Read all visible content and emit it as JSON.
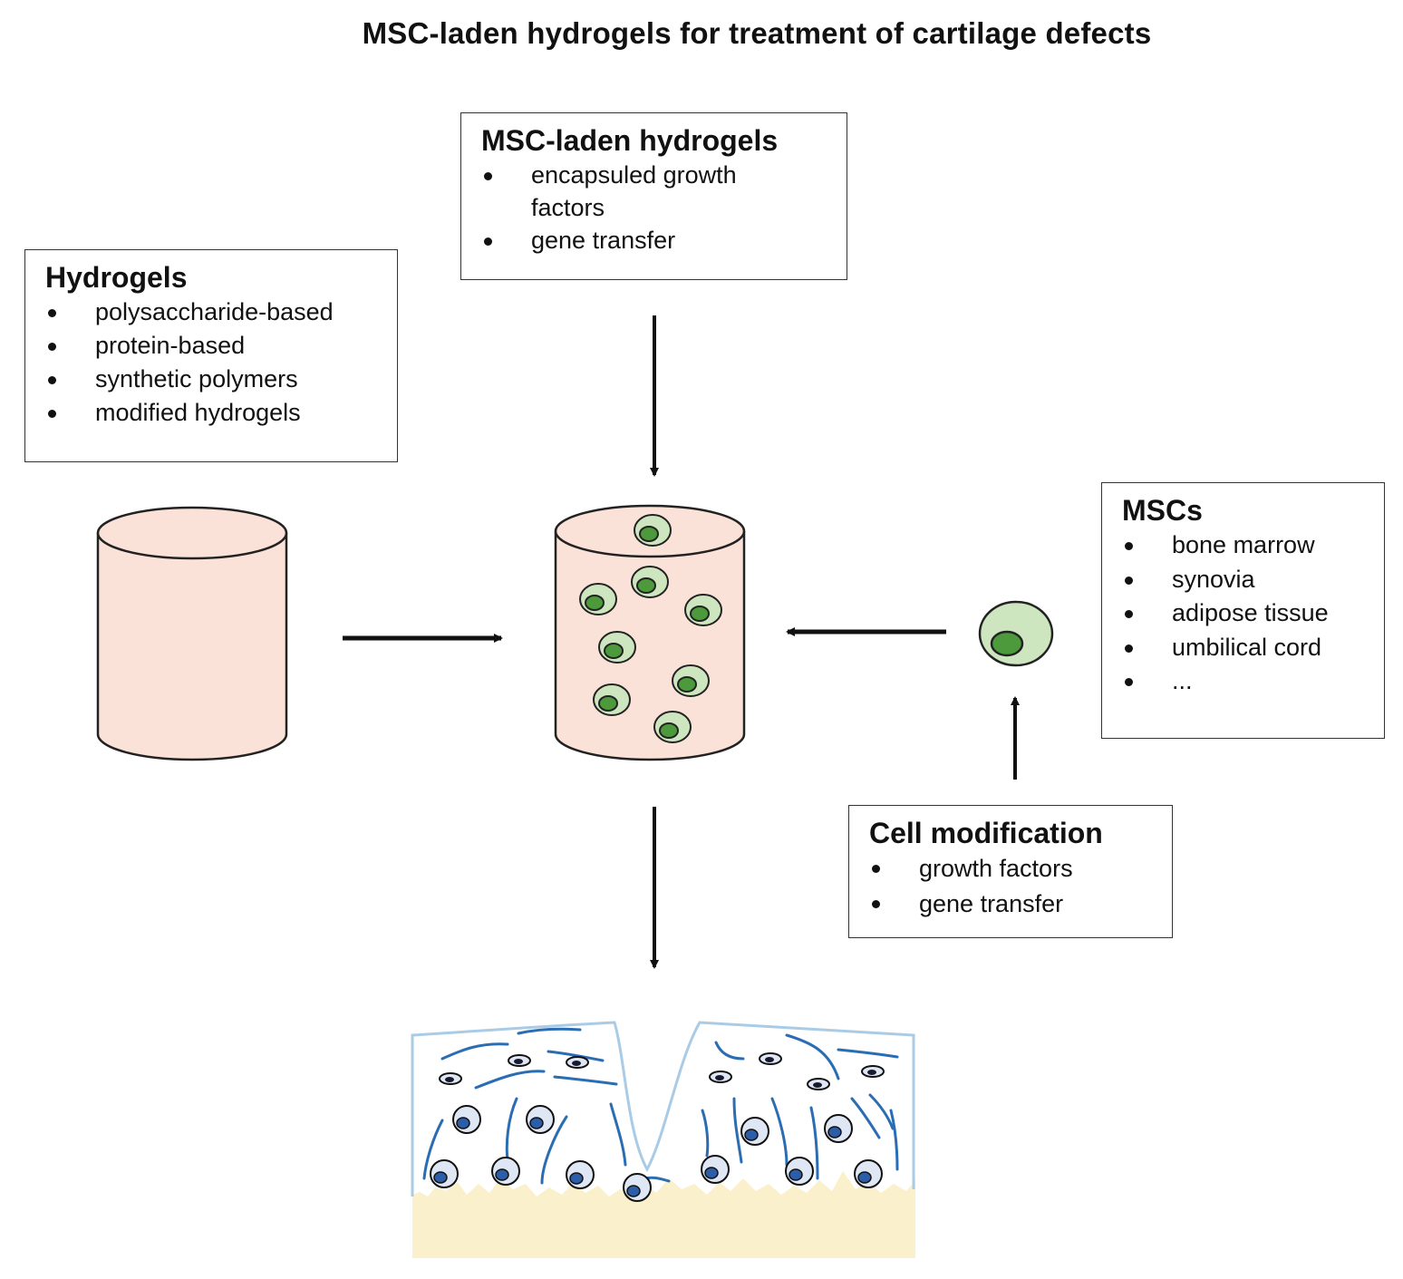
{
  "title": "MSC-laden hydrogels for treatment of cartilage defects",
  "boxes": {
    "msc_hydrogels": {
      "title": "MSC-laden hydrogels",
      "items": [
        "encapsuled growth factors",
        "gene transfer"
      ]
    },
    "hydrogels": {
      "title": "Hydrogels",
      "items": [
        "polysaccharide-based",
        "protein-based",
        "synthetic polymers",
        "modified hydrogels"
      ]
    },
    "mscs": {
      "title": "MSCs",
      "items": [
        "bone marrow",
        "synovia",
        "adipose tissue",
        "umbilical cord",
        "..."
      ]
    },
    "cell_modification": {
      "title": "Cell modification",
      "items": [
        "growth factors",
        "gene transfer"
      ]
    }
  },
  "colors": {
    "hydrogel_fill": "#fbe2d8",
    "cell_outer": "#cde6bf",
    "cell_nucleus": "#4c9a3c",
    "cartilage_line": "#aacbe6",
    "collagen_fiber": "#2a6db3",
    "chondrocyte_fill": "#dfe6f4",
    "chondrocyte_nucleus": "#2c5da8",
    "bone": "#fbf0cc"
  }
}
